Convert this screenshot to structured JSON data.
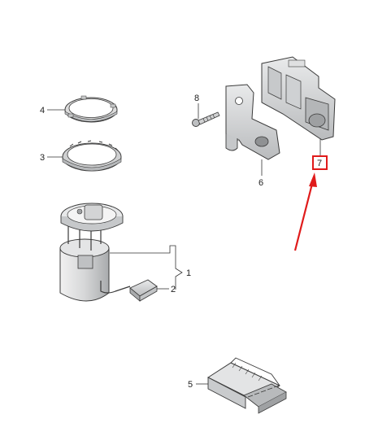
{
  "callouts": [
    {
      "id": "4",
      "text": "4"
    },
    {
      "id": "3",
      "text": "3"
    },
    {
      "id": "8",
      "text": "8"
    },
    {
      "id": "6",
      "text": "6"
    },
    {
      "id": "7",
      "text": "7"
    },
    {
      "id": "1",
      "text": "1"
    },
    {
      "id": "2",
      "text": "2"
    },
    {
      "id": "5",
      "text": "5"
    }
  ],
  "colors": {
    "highlight": "#e01b1b",
    "part_fill": "#d9dadb",
    "part_dark": "#b8babc",
    "line": "#3a3a3a"
  }
}
